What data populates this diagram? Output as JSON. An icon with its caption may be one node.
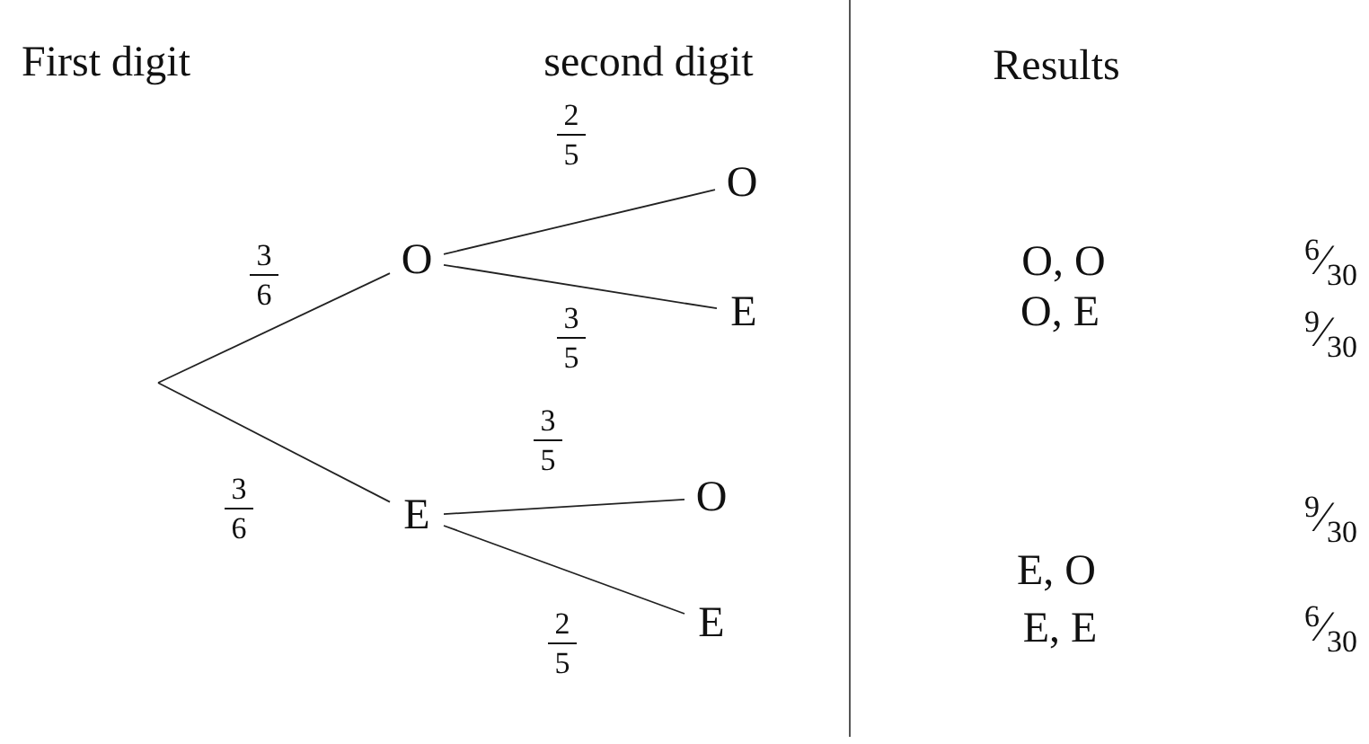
{
  "diagram": {
    "nodes": [
      {
        "text": [
          "O"
        ]
      },
      {
        "text": [
          "E"
        ]
      },
      {
        "text": [
          "O"
        ]
      },
      {
        "text": [
          "E"
        ]
      },
      {
        "text": [
          "O"
        ]
      },
      {
        "text": [
          "E"
        ]
      }
    ],
    "edges": [
      {
        "from": null,
        "to": 0,
        "arrow": "none",
        "label": "3/6"
      },
      {
        "from": null,
        "to": 1,
        "arrow": "none",
        "label": "3/6"
      },
      {
        "from": 0,
        "to": 2,
        "arrow": "none",
        "label": "2/5"
      },
      {
        "from": 0,
        "to": 3,
        "arrow": "none",
        "label": "3/5"
      },
      {
        "from": 1,
        "to": 4,
        "arrow": "none",
        "label": "3/5"
      },
      {
        "from": 1,
        "to": 5,
        "arrow": "none",
        "label": "2/5"
      }
    ],
    "labels": [
      "First digit",
      "second digit",
      "Results",
      "O, O",
      "$^{6}$⁄$_{30}$",
      "O, E",
      "$^{9}$⁄$_{30}$",
      "$^{9}$⁄$_{30}$",
      "E, O",
      "E, E",
      "$^{6}$⁄$_{30}$"
    ]
  }
}
